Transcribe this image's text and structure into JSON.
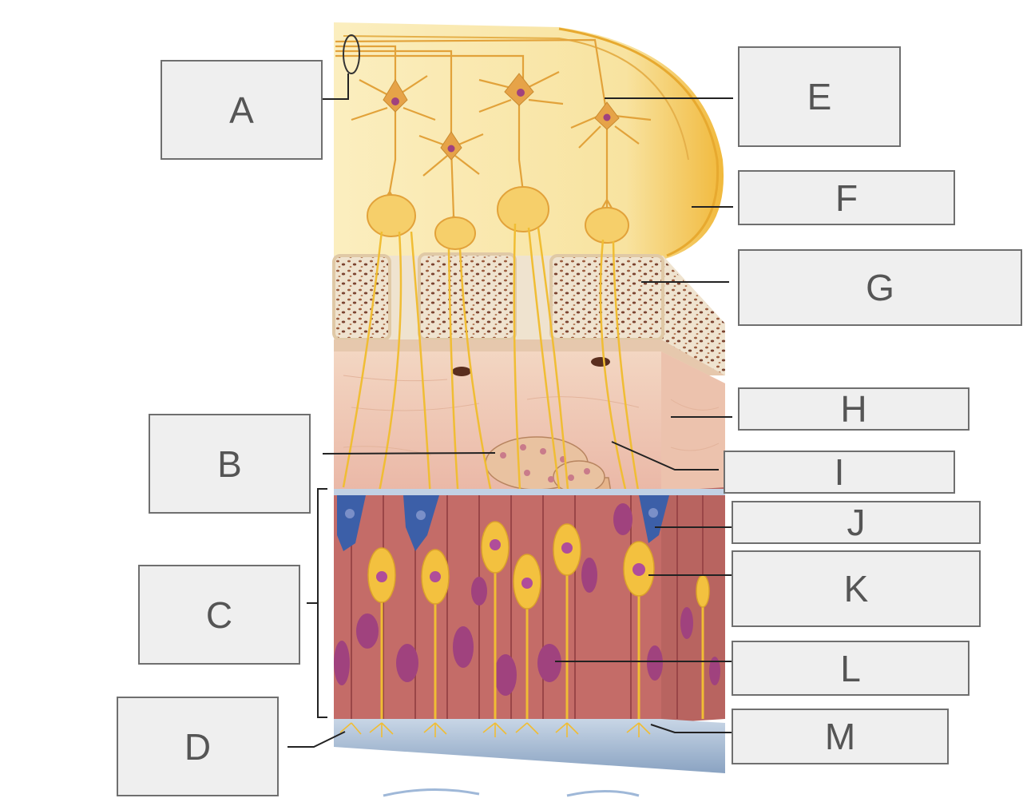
{
  "labels": {
    "A": "A",
    "B": "B",
    "C": "C",
    "D": "D",
    "E": "E",
    "F": "F",
    "G": "G",
    "H": "H",
    "I": "I",
    "J": "J",
    "K": "K",
    "L": "L",
    "M": "M"
  },
  "colors": {
    "label_fill": "#efefef",
    "label_border": "#6f6f6f",
    "label_text": "#555555",
    "brain": "#f8e6a2",
    "brain_edge": "#f0c24a",
    "neuron": "#e9a93c",
    "axon": "#f2c23a",
    "bone": "#efe3cf",
    "lamina": "#f0c7b6",
    "epithelium": "#c7706a",
    "supporting_cell_nucleus": "#a0427e",
    "basal_cell": "#3c5fa8",
    "mucus": "#cfdbe8",
    "leader_line": "#222222"
  }
}
